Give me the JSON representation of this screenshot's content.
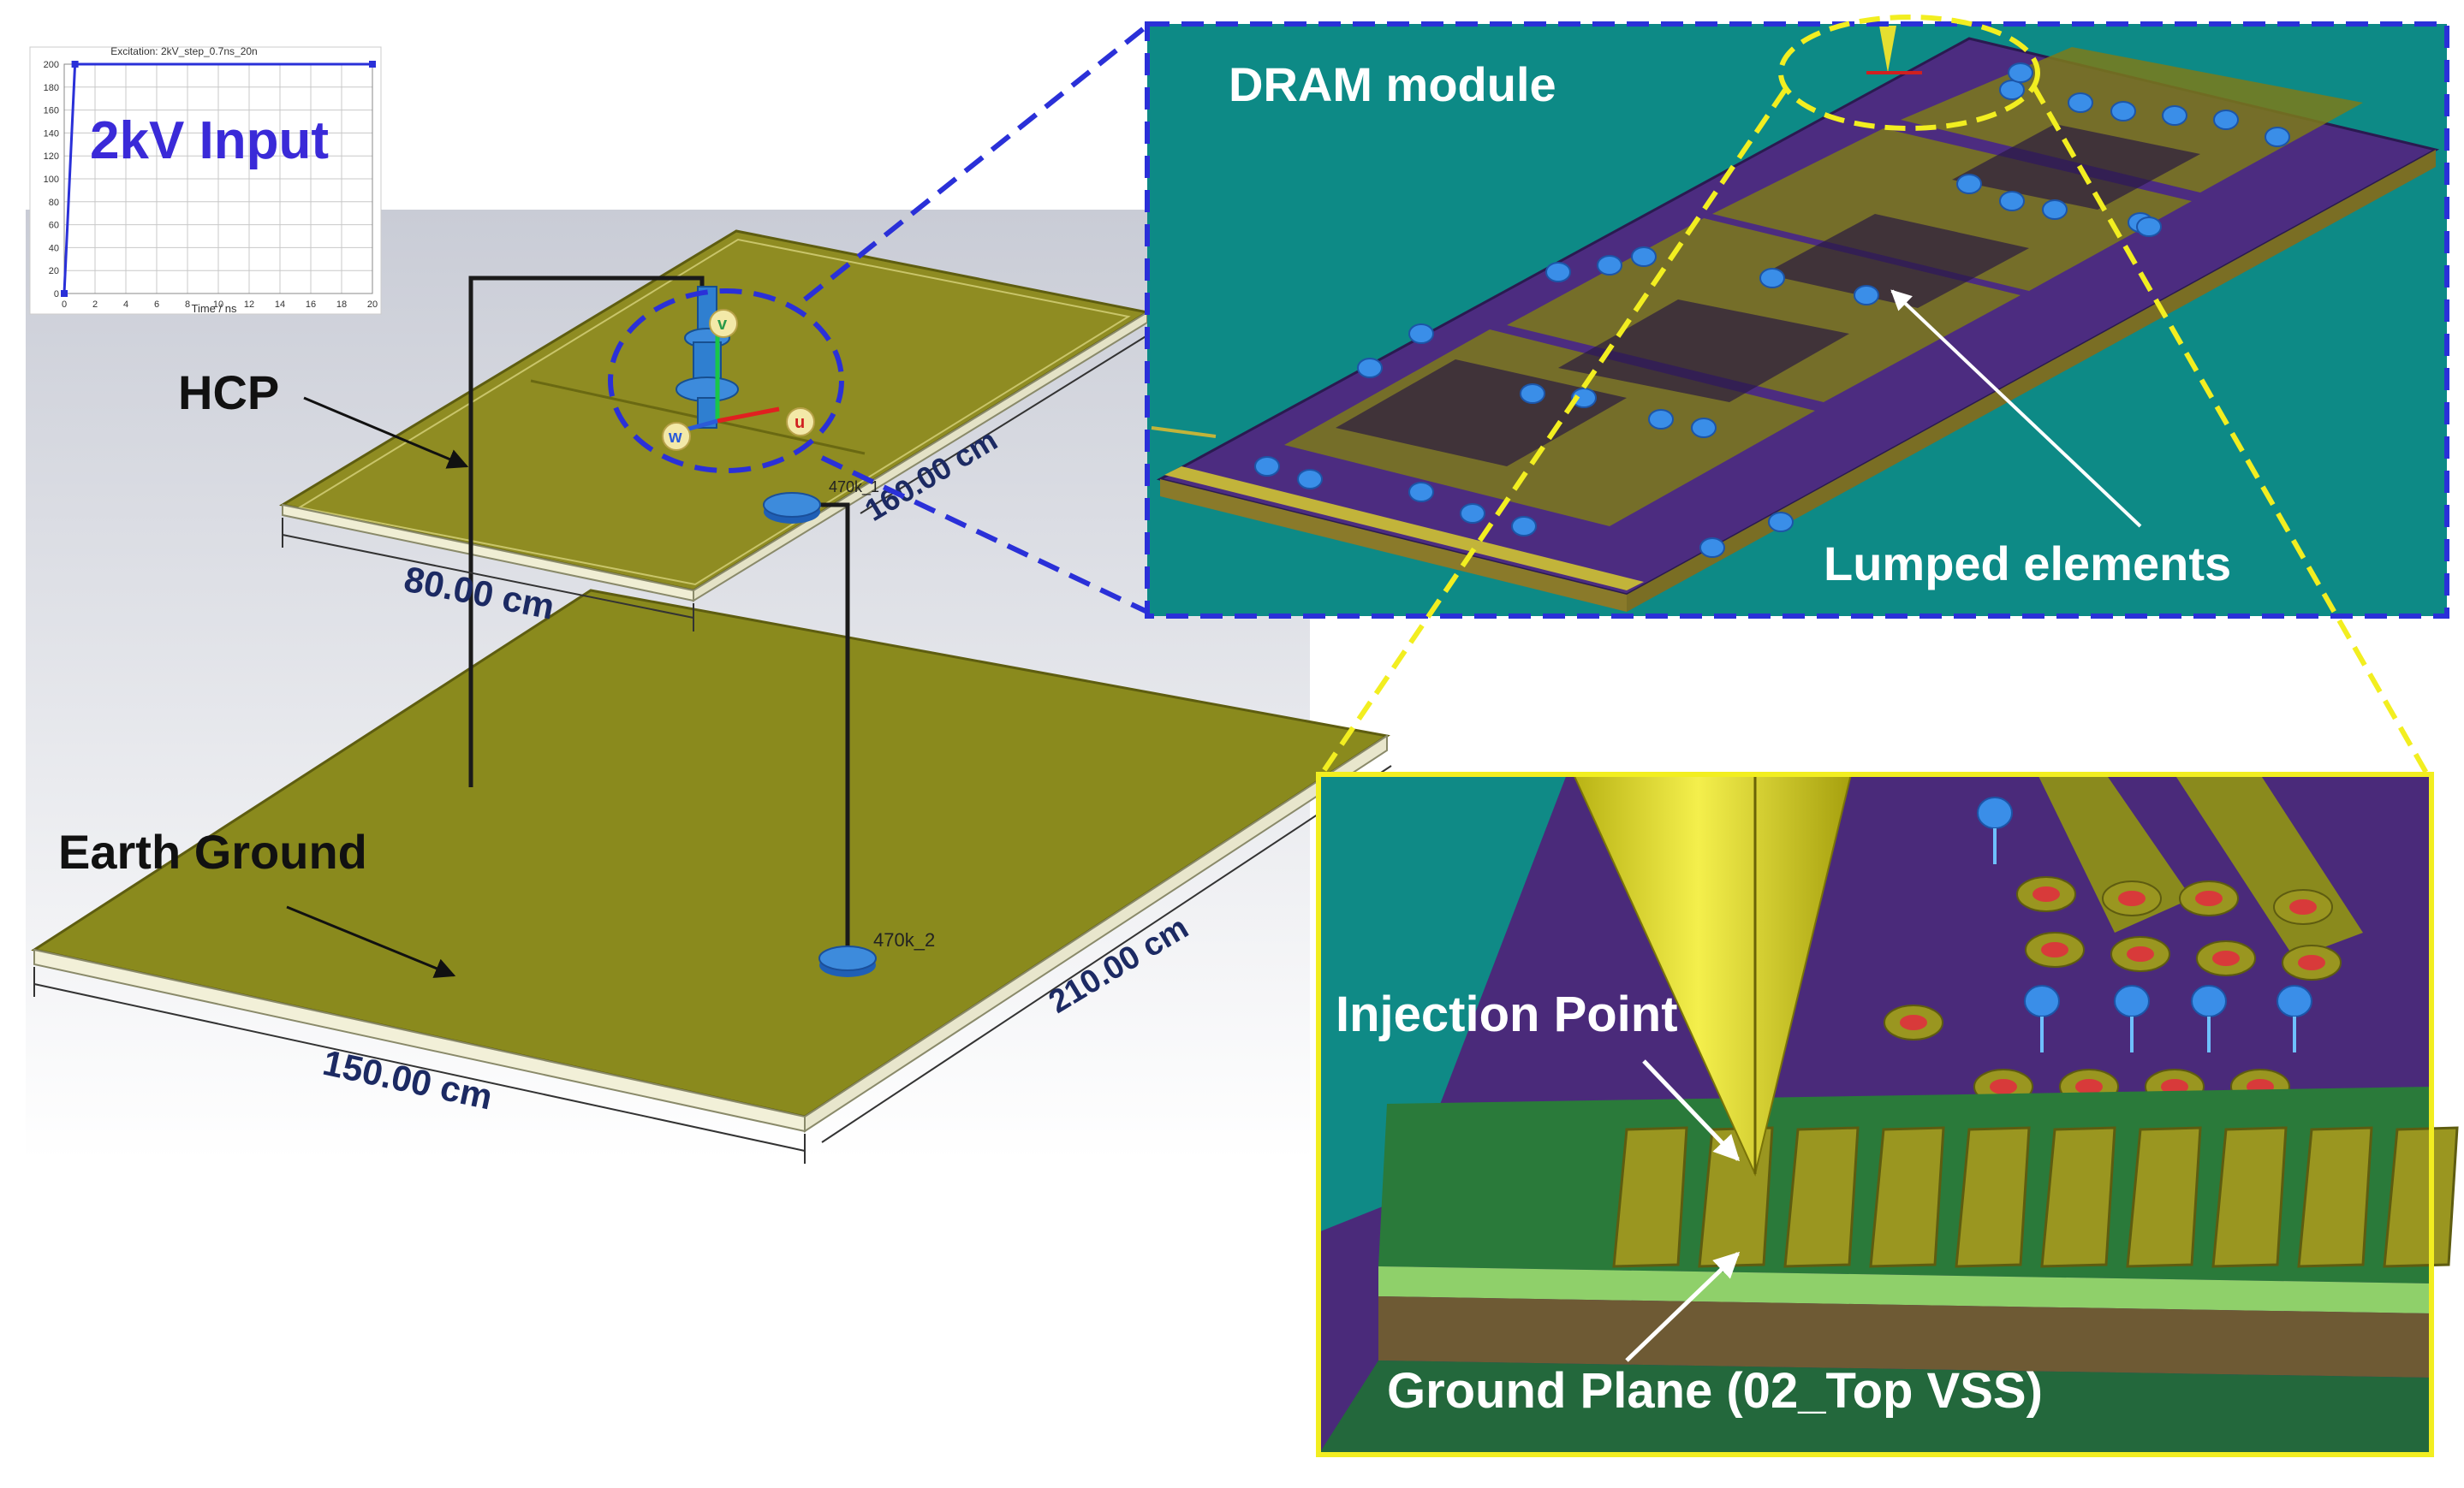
{
  "inset_chart": {
    "title": "Excitation: 2kV_step_0.7ns_20n",
    "big_label": "2kV  Input",
    "xlabel": "Time / ns",
    "x_ticks": [
      "0",
      "2",
      "4",
      "6",
      "8",
      "10",
      "12",
      "14",
      "16",
      "18",
      "20"
    ],
    "y_ticks": [
      "0",
      "20",
      "40",
      "60",
      "80",
      "100",
      "120",
      "140",
      "160",
      "180",
      "200"
    ]
  },
  "chart_data": {
    "type": "line",
    "title": "Excitation: 2kV_step_0.7ns_20n",
    "xlabel": "Time / ns",
    "ylabel": "",
    "xlim": [
      0,
      20
    ],
    "ylim": [
      0,
      200
    ],
    "x": [
      0,
      0.7,
      20
    ],
    "series": [
      {
        "values": [
          0,
          200,
          200
        ]
      }
    ],
    "grid": true
  },
  "labels": {
    "hcp": "HCP",
    "earth_ground": "Earth Ground",
    "dim_80": "80.00 cm",
    "dim_160": "160.00 cm",
    "dim_150": "150.00 cm",
    "dim_210": "210.00 cm",
    "resistor": "470k_2",
    "resistor_top": "470k_1",
    "dram_title": "DRAM module",
    "lumped": "Lumped elements",
    "injection": "Injection Point",
    "ground_plane": "Ground Plane (02_Top VSS)",
    "axis_v": "v",
    "axis_u": "u",
    "axis_w": "w"
  },
  "colors": {
    "plane": "#8b8a1c",
    "plane_edge": "#5e5d10",
    "dram_bg": "#0d8a86",
    "zoom_bg": "#4a2a7a",
    "blue_dash": "#2a30d8",
    "yellow": "#f2ee20"
  }
}
